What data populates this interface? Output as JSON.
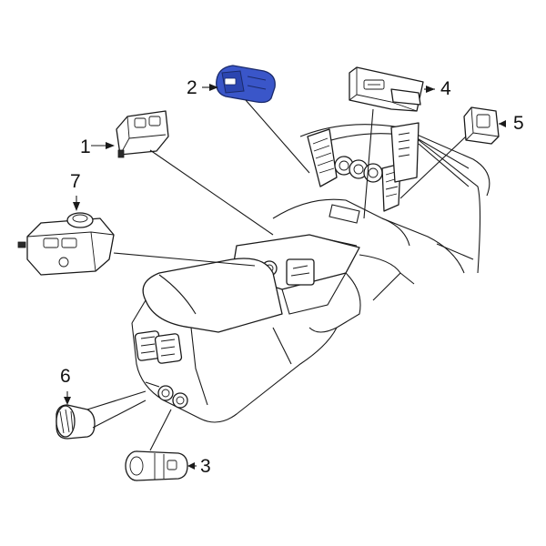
{
  "diagram": {
    "highlight_color": "#3a56c9",
    "line_color": "#1a1a1a",
    "callouts": [
      {
        "id": "1",
        "label": "1",
        "part": "window-switch"
      },
      {
        "id": "2",
        "label": "2",
        "part": "usb-port-highlighted"
      },
      {
        "id": "3",
        "label": "3",
        "part": "power-outlet"
      },
      {
        "id": "4",
        "label": "4",
        "part": "upper-switch-module"
      },
      {
        "id": "5",
        "label": "5",
        "part": "side-switch"
      },
      {
        "id": "6",
        "label": "6",
        "part": "knob-switch"
      },
      {
        "id": "7",
        "label": "7",
        "part": "controller-module"
      }
    ]
  }
}
